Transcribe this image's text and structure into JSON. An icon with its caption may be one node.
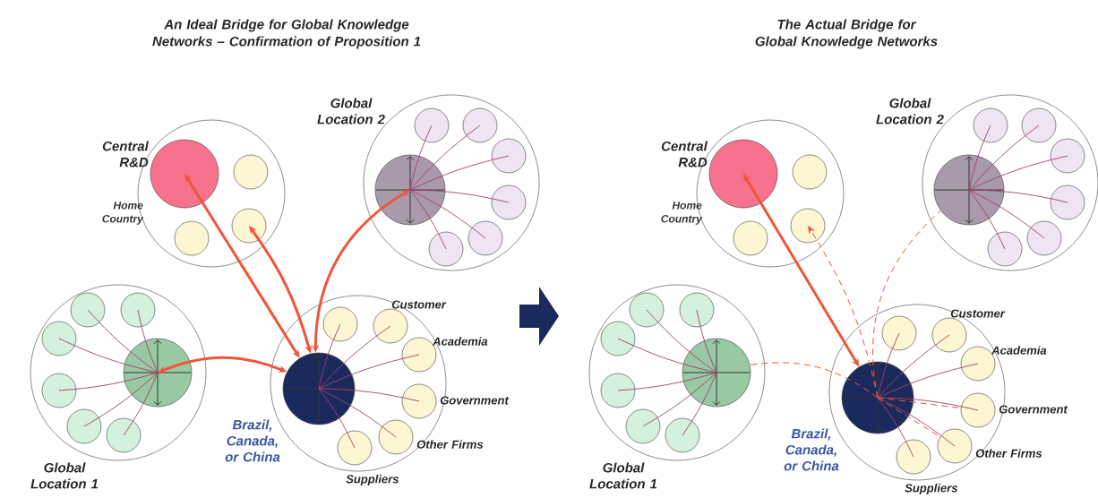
{
  "diagram": {
    "nodes": [
      {
        "text": [
          "Home Country"
        ]
      },
      {
        "text": [
          "Central R&D"
        ],
        "in": 0
      },
      {
        "text": [],
        "shape": "circle",
        "in": 0
      },
      {
        "text": [],
        "shape": "circle",
        "in": 0
      },
      {
        "text": [],
        "shape": "circle",
        "in": 0
      },
      {
        "text": [
          "Global Location 2"
        ]
      },
      {
        "text": [],
        "shape": "circle",
        "in": 5
      },
      {
        "text": [],
        "shape": "circle",
        "in": 5
      },
      {
        "text": [],
        "shape": "circle",
        "in": 5
      },
      {
        "text": [],
        "shape": "circle",
        "in": 5
      },
      {
        "text": [],
        "shape": "circle",
        "in": 5
      },
      {
        "text": [],
        "shape": "circle",
        "in": 5
      },
      {
        "text": [],
        "shape": "circle",
        "in": 5
      },
      {
        "text": [
          "Global Location 1"
        ]
      },
      {
        "text": [],
        "shape": "circle",
        "in": 13
      },
      {
        "text": [],
        "shape": "circle",
        "in": 13
      },
      {
        "text": [],
        "shape": "circle",
        "in": 13
      },
      {
        "text": [],
        "shape": "circle",
        "in": 13
      },
      {
        "text": [],
        "shape": "circle",
        "in": 13
      },
      {
        "text": [],
        "shape": "circle",
        "in": 13
      },
      {
        "text": [],
        "shape": "circle",
        "in": 13
      },
      {
        "text": [],
        "shape": "circle"
      },
      {
        "text": [
          "Brazil, Canada, or China"
        ],
        "in": 21
      },
      {
        "text": [],
        "shape": "circle",
        "in": 21
      },
      {
        "text": [
          "Customer"
        ],
        "in": 21
      },
      {
        "text": [
          "Academia"
        ],
        "in": 21
      },
      {
        "text": [
          "Government"
        ],
        "in": 21
      },
      {
        "text": [
          "Other Firms"
        ],
        "in": 21
      },
      {
        "text": [
          "Suppliers"
        ],
        "in": 21
      },
      {
        "text": [
          "Home Country"
        ]
      },
      {
        "text": [
          "Central R&D"
        ],
        "in": 29
      },
      {
        "text": [],
        "shape": "circle",
        "in": 29
      },
      {
        "text": [],
        "shape": "circle",
        "in": 29
      },
      {
        "text": [],
        "shape": "circle",
        "in": 29
      },
      {
        "text": [
          "Global Location 2"
        ]
      },
      {
        "text": [],
        "shape": "circle",
        "in": 34
      },
      {
        "text": [],
        "shape": "circle",
        "in": 34
      },
      {
        "text": [],
        "shape": "circle",
        "in": 34
      },
      {
        "text": [],
        "shape": "circle",
        "in": 34
      },
      {
        "text": [],
        "shape": "circle",
        "in": 34
      },
      {
        "text": [],
        "shape": "circle",
        "in": 34
      },
      {
        "text": [],
        "shape": "circle",
        "in": 34
      },
      {
        "text": [
          "Global Location 1"
        ]
      },
      {
        "text": [],
        "shape": "circle",
        "in": 42
      },
      {
        "text": [],
        "shape": "circle",
        "in": 42
      },
      {
        "text": [],
        "shape": "circle",
        "in": 42
      },
      {
        "text": [],
        "shape": "circle",
        "in": 42
      },
      {
        "text": [],
        "shape": "circle",
        "in": 42
      },
      {
        "text": [],
        "shape": "circle",
        "in": 42
      },
      {
        "text": [],
        "shape": "circle",
        "in": 42
      },
      {
        "text": [],
        "shape": "circle"
      },
      {
        "text": [
          "Brazil, Canada, or China"
        ],
        "in": 50
      },
      {
        "text": [],
        "shape": "circle",
        "in": 50
      },
      {
        "text": [
          "Customer"
        ],
        "in": 50
      },
      {
        "text": [
          "Academia"
        ],
        "in": 50
      },
      {
        "text": [
          "Government"
        ],
        "in": 50
      },
      {
        "text": [
          "Other Firms"
        ],
        "in": 50
      },
      {
        "text": [
          "Suppliers"
        ],
        "in": 50
      }
    ],
    "edges": [
      {
        "from": 6,
        "to": 7,
        "arrow": "none"
      },
      {
        "from": 6,
        "to": 8,
        "arrow": "none"
      },
      {
        "from": 6,
        "to": 9,
        "arrow": "none"
      },
      {
        "from": 6,
        "to": 10,
        "arrow": "none"
      },
      {
        "from": 6,
        "to": 11,
        "arrow": "none"
      },
      {
        "from": 6,
        "to": 12,
        "arrow": "none"
      },
      {
        "from": 14,
        "to": 15,
        "arrow": "none"
      },
      {
        "from": 14,
        "to": 16,
        "arrow": "none"
      },
      {
        "from": 14,
        "to": 17,
        "arrow": "none"
      },
      {
        "from": 14,
        "to": 18,
        "arrow": "none"
      },
      {
        "from": 14,
        "to": 19,
        "arrow": "none"
      },
      {
        "from": 14,
        "to": 20,
        "arrow": "none"
      },
      {
        "from": 22,
        "to": 23,
        "arrow": "none"
      },
      {
        "from": 22,
        "to": 24,
        "arrow": "none"
      },
      {
        "from": 22,
        "to": 25,
        "arrow": "none"
      },
      {
        "from": 22,
        "to": 26,
        "arrow": "none"
      },
      {
        "from": 22,
        "to": 27,
        "arrow": "none"
      },
      {
        "from": 22,
        "to": 28,
        "arrow": "none"
      },
      {
        "from": 22,
        "to": 1,
        "arrow": "both",
        "style": "thick",
        "color": "#f0553a"
      },
      {
        "from": 22,
        "to": 4,
        "arrow": "both",
        "style": "thick",
        "color": "#f0553a"
      },
      {
        "from": 22,
        "to": 6,
        "arrow": "both",
        "style": "thick",
        "color": "#f0553a"
      },
      {
        "from": 22,
        "to": 14,
        "arrow": "both",
        "style": "thick",
        "color": "#f0553a"
      },
      {
        "from": 35,
        "to": 36,
        "arrow": "none"
      },
      {
        "from": 35,
        "to": 37,
        "arrow": "none"
      },
      {
        "from": 35,
        "to": 38,
        "arrow": "none"
      },
      {
        "from": 35,
        "to": 39,
        "arrow": "none"
      },
      {
        "from": 35,
        "to": 40,
        "arrow": "none"
      },
      {
        "from": 35,
        "to": 41,
        "arrow": "none"
      },
      {
        "from": 43,
        "to": 44,
        "arrow": "none"
      },
      {
        "from": 43,
        "to": 45,
        "arrow": "none"
      },
      {
        "from": 43,
        "to": 46,
        "arrow": "none"
      },
      {
        "from": 43,
        "to": 47,
        "arrow": "none"
      },
      {
        "from": 43,
        "to": 48,
        "arrow": "none"
      },
      {
        "from": 43,
        "to": 49,
        "arrow": "none"
      },
      {
        "from": 51,
        "to": 52,
        "arrow": "none"
      },
      {
        "from": 51,
        "to": 53,
        "arrow": "none"
      },
      {
        "from": 51,
        "to": 54,
        "arrow": "none"
      },
      {
        "from": 51,
        "to": 55,
        "arrow": "none"
      },
      {
        "from": 51,
        "to": 56,
        "arrow": "none"
      },
      {
        "from": 51,
        "to": 57,
        "arrow": "none"
      },
      {
        "from": 51,
        "to": 30,
        "arrow": "both",
        "style": "thick",
        "color": "#f0553a"
      },
      {
        "from": 51,
        "to": 33,
        "arrow": "to",
        "style": "dashed",
        "color": "#f0553a"
      },
      {
        "from": 51,
        "to": 35,
        "arrow": "none",
        "style": "dashed",
        "color": "#f0553a"
      },
      {
        "from": 51,
        "to": 43,
        "arrow": "none",
        "style": "dashed",
        "color": "#f0553a"
      },
      {
        "from": 51,
        "to": 55,
        "arrow": "none",
        "style": "dashed",
        "color": "#f0553a"
      },
      {
        "from": 51,
        "to": 56,
        "arrow": "none",
        "style": "dashed",
        "color": "#f0553a"
      }
    ],
    "labels": [
      "An Ideal Bridge for Global Knowledge Networks – Confirmation of Proposition 1",
      "The Actual Bridge for Global Knowledge Networks"
    ]
  }
}
